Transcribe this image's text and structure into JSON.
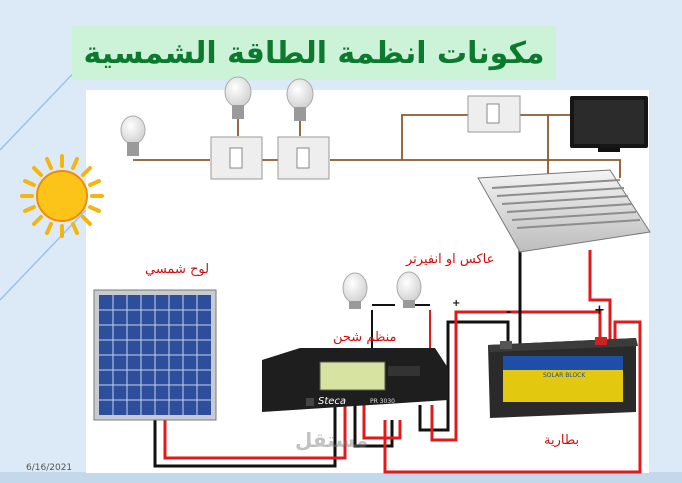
{
  "title": "مكونات انظمة الطاقة الشمسية",
  "labels": {
    "solar_panel": "لوح شمسي",
    "inverter": "عاكس او انفيرتر",
    "charge_controller": "منظم شحن",
    "battery": "بطارية"
  },
  "brand": {
    "controller": "Steca",
    "controller_model": "PR 3030",
    "battery": "SOLAR BLOCK"
  },
  "date": "6/16/2021",
  "watermark": "مستقل",
  "polarity": {
    "plus": "+",
    "minus": "-"
  },
  "colors": {
    "title_bg": "#ccf2d8",
    "title_text": "#0c7a2e",
    "label_text": "#d10f0f",
    "wire_red": "#e0191b",
    "wire_black": "#111111",
    "wire_brown": "#8a5a2b"
  },
  "icons": [
    "sun-icon",
    "light-bulb-icon",
    "wall-switch-icon",
    "tv-icon"
  ]
}
